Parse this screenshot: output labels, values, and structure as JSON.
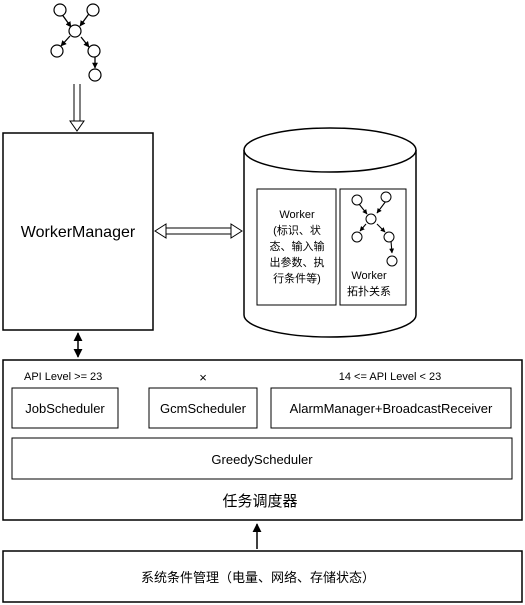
{
  "workermanager": {
    "label": "WorkerManager"
  },
  "database": {
    "worker_info_lines": [
      "Worker",
      "(标识、状",
      "态、输入输",
      "出参数、执",
      "行条件等)"
    ],
    "topology_lines": [
      "Worker",
      "拓扑关系"
    ]
  },
  "scheduler_group": {
    "caption": "任务调度器",
    "api_left": "API Level >= 23",
    "api_mid": "×",
    "api_right": "14 <= API Level < 23",
    "job": "JobScheduler",
    "gcm": "GcmScheduler",
    "alarm": "AlarmManager+BroadcastReceiver",
    "greedy": "GreedyScheduler"
  },
  "system_box": {
    "label": "系统条件管理（电量、网络、存储状态）"
  }
}
